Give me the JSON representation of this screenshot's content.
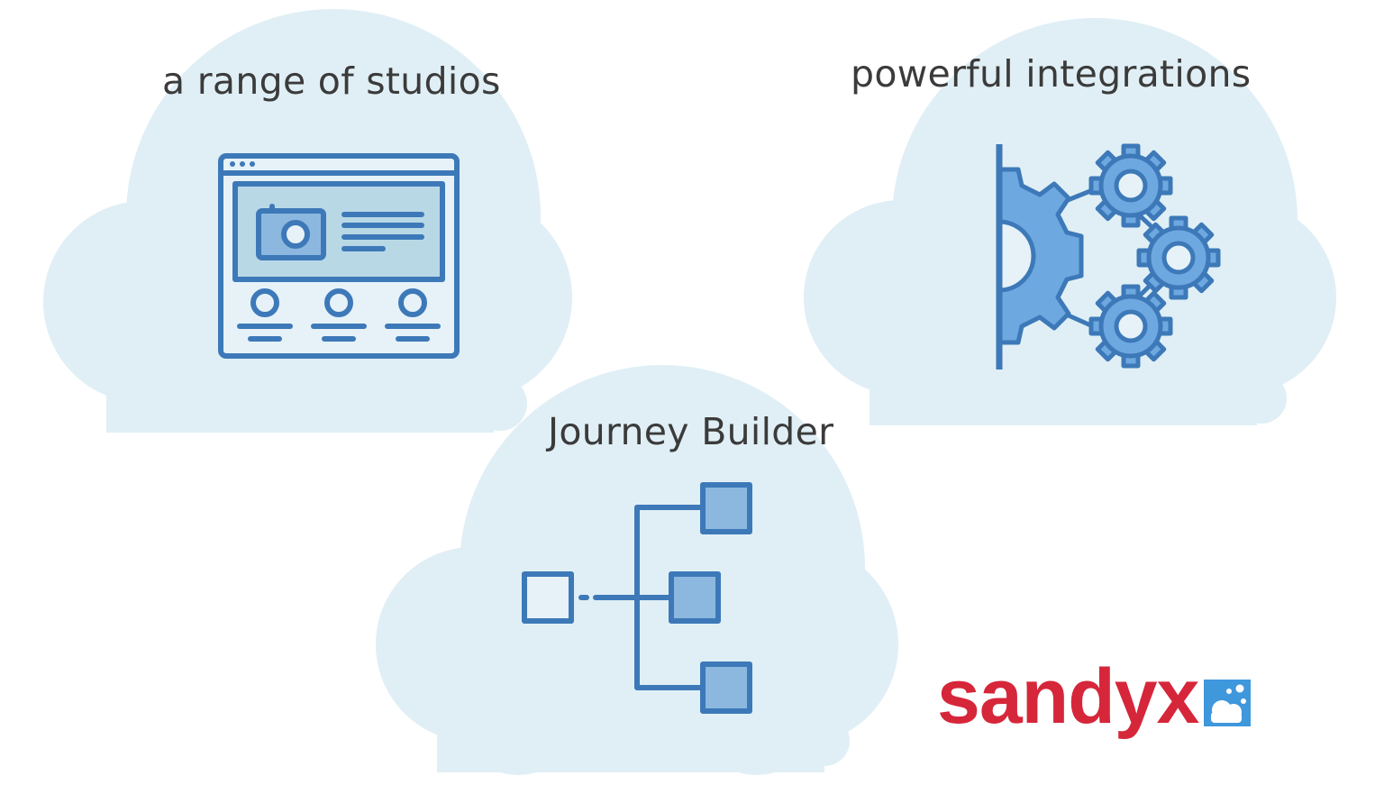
{
  "captions": {
    "studios": "a range of studios",
    "integrations": "powerful integrations",
    "journey": "Journey Builder"
  },
  "logo": {
    "text": "sandyx",
    "mark_icon": "cloud-sun-square-icon"
  },
  "icons": {
    "studios": "browser-window-icon",
    "integrations": "gears-integration-icon",
    "journey": "flowchart-tree-icon"
  },
  "colors": {
    "cloud": "#e0eff5",
    "icon_stroke": "#3d79b8",
    "icon_fill_light": "#b9d8e6",
    "icon_fill_mid": "#8cb8e0",
    "gear_fill": "#6ea8e0",
    "logo_red": "#d6263a",
    "logo_blue": "#3f97dc",
    "text": "#3b3b3b"
  }
}
